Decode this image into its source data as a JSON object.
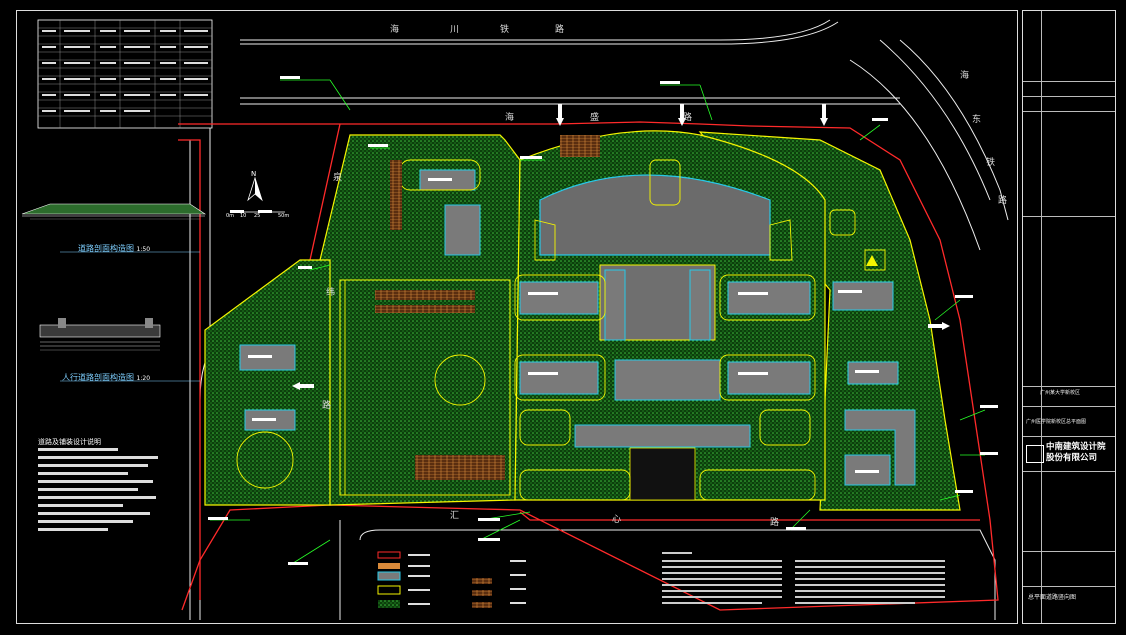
{
  "drawing": {
    "road_top_chars": [
      "海",
      "川",
      "铁",
      "路"
    ],
    "road_top_inner_chars": [
      "海",
      "盛",
      "路"
    ],
    "road_right_chars": [
      "海",
      "东",
      "铁",
      "路"
    ],
    "road_bottom_chars": [
      "汇",
      "心",
      "路"
    ],
    "road_left_chars": [
      "泉",
      "纬",
      "路"
    ]
  },
  "sections": {
    "road_section_caption": "道路剖面构造图",
    "road_section_scale": "1:50",
    "sidewalk_section_caption": "人行道路剖面构造图",
    "sidewalk_section_scale": "1:20",
    "notes_title": "道路及铺装设计说明"
  },
  "compass": {
    "north": "N",
    "scale_labels": [
      "0m",
      "10",
      "25",
      "50m"
    ]
  },
  "title_block": {
    "project": "广州某大学新校区",
    "drawing_name": "广州医学院新校区总平面图",
    "company_line1": "中南建筑设计院",
    "company_line2": "股份有限公司",
    "sheet_title": "总平面道路竖向图"
  },
  "colors": {
    "boundary": "#ff2a2a",
    "green": "#1f8f1f",
    "outline": "#f5f500",
    "building": "#7a7a7a",
    "building_edge": "#27c9e8"
  }
}
